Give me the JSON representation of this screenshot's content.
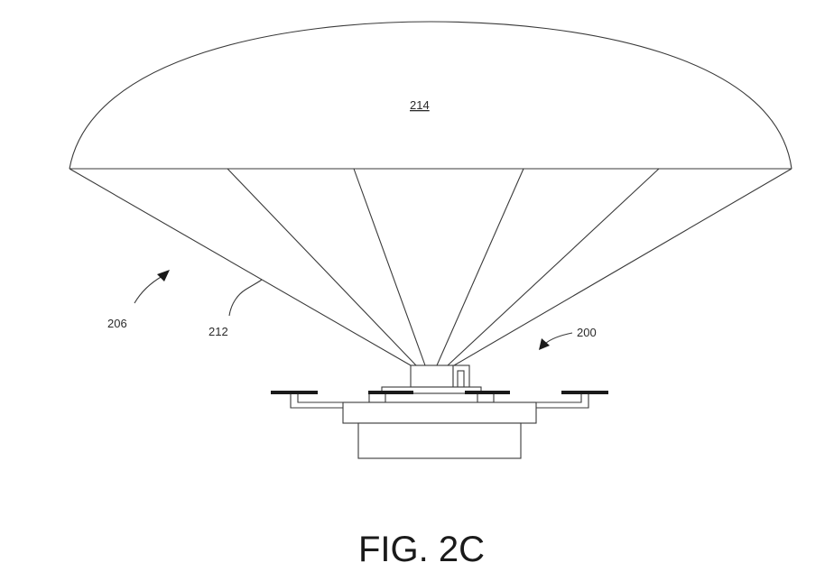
{
  "figure": {
    "caption": "FIG. 2C",
    "labels": {
      "canopy": "214",
      "system": "206",
      "line": "212",
      "uav": "200"
    },
    "colors": {
      "line": "#3a3a3a",
      "rotor": "#1a1a1a",
      "background": "#ffffff"
    }
  }
}
